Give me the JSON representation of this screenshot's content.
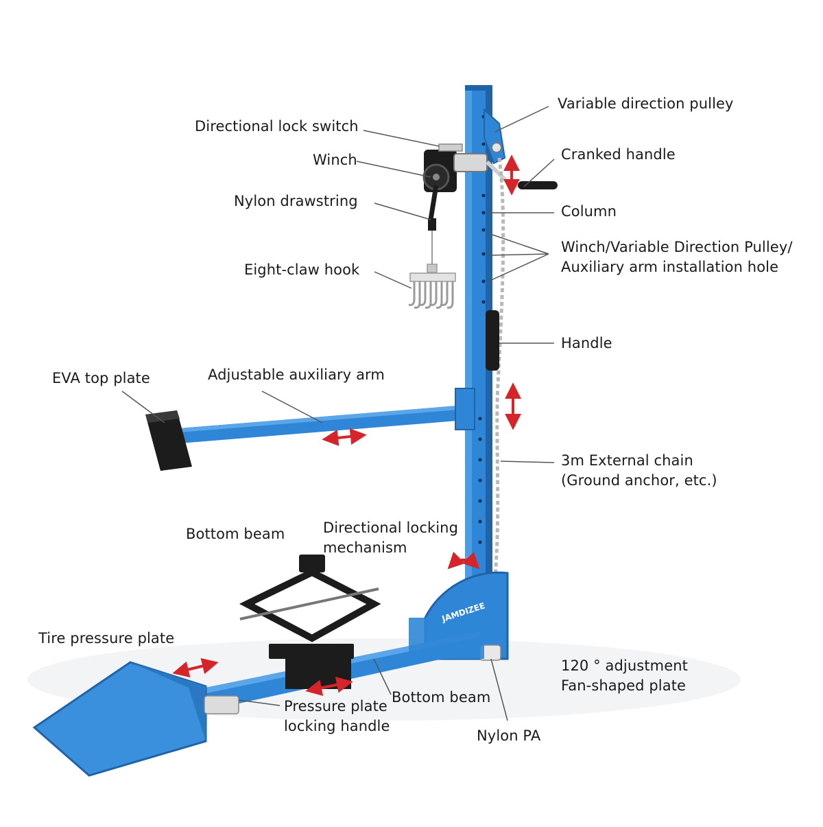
{
  "colors": {
    "frame_blue": "#2f86d6",
    "frame_blue_dark": "#1f64a8",
    "arrow_red": "#d6252a",
    "rubber_black": "#1c1c1c",
    "chain_silver": "#b8b8b8",
    "leader_line": "#555555"
  },
  "brand": "JAMDIZEE",
  "labels": {
    "variable_direction_pulley": "Variable direction pulley",
    "directional_lock_switch": "Directional lock switch",
    "winch": "Winch",
    "cranked_handle": "Cranked handle",
    "nylon_drawstring": "Nylon drawstring",
    "column": "Column",
    "installation_hole_line1": "Winch/Variable Direction Pulley/",
    "installation_hole_line2": "Auxiliary arm installation hole",
    "eight_claw_hook": "Eight-claw hook",
    "handle": "Handle",
    "eva_top_plate": "EVA top plate",
    "adjustable_auxiliary_arm": "Adjustable auxiliary arm",
    "external_chain_line1": "3m External chain",
    "external_chain_line2": "(Ground anchor, etc.)",
    "bottom_beam_upper": "Bottom beam",
    "directional_locking_line1": "Directional locking",
    "directional_locking_line2": "mechanism",
    "tire_pressure_plate": "Tire pressure plate",
    "adjustment_line1": "120 ° adjustment",
    "adjustment_line2": "Fan-shaped plate",
    "pressure_plate_line1": "Pressure plate",
    "pressure_plate_line2": "locking handle",
    "bottom_beam_lower": "Bottom beam",
    "nylon_pa": "Nylon PA"
  }
}
